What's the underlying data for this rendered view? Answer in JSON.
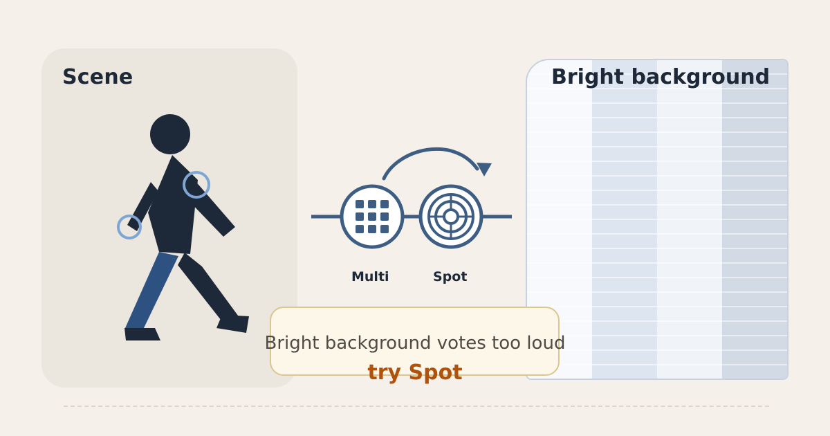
{
  "scene": {
    "title": "Scene"
  },
  "modes": {
    "multi_label": "Multi",
    "spot_label": "Spot"
  },
  "bright_panel": {
    "title": "Bright background"
  },
  "message": {
    "line1": "Bright background votes too loud",
    "suggestion": "try Spot"
  },
  "colors": {
    "figure_dark": "#1d2838",
    "figure_leg": "#2d5282",
    "joint_ring": "#7ea5d4",
    "icon_blue": "#3d5d82",
    "accent_orange": "#b1520c"
  },
  "icons": {
    "multi": "grid-icon",
    "spot": "target-icon",
    "switch_arrow": "curved-arrow-icon"
  }
}
